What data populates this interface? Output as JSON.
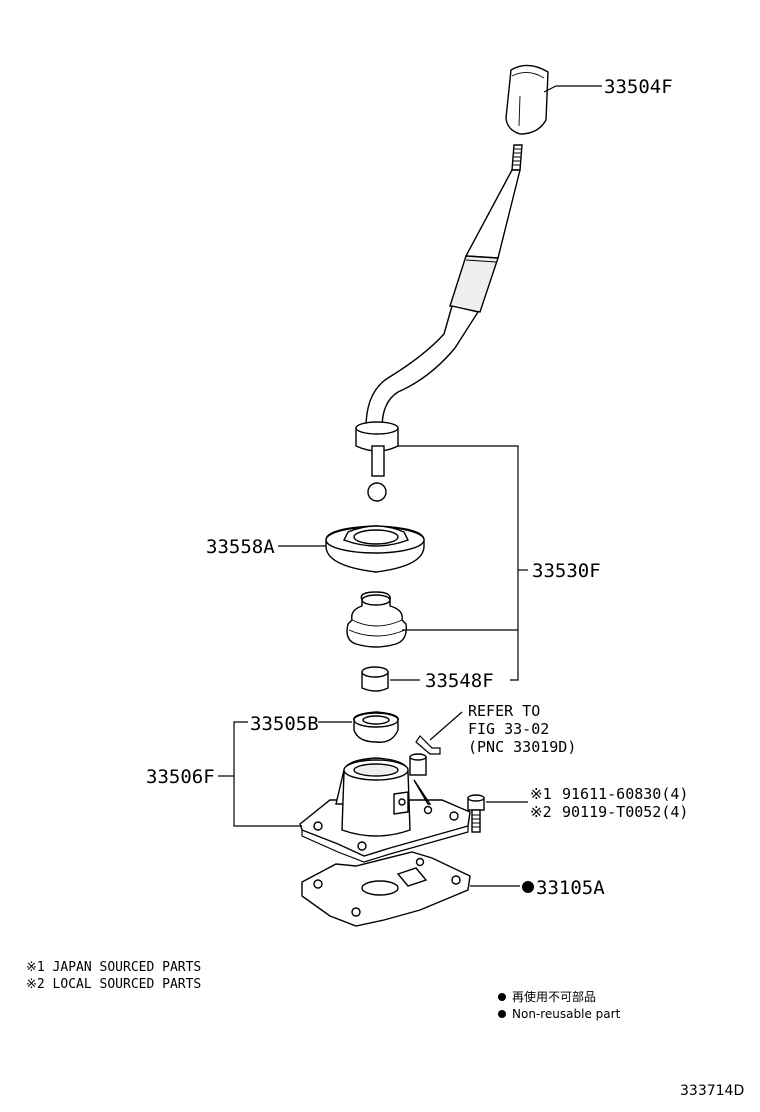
{
  "diagram": {
    "figure_number": "333714D",
    "parts": {
      "knob": "33504F",
      "lever_assy": "33530F",
      "seat": "33558A",
      "bushing": "33548F",
      "boot_seal": "33505B",
      "retainer": "33506F",
      "gasket": "33105A"
    },
    "reference": {
      "line1": "REFER TO",
      "line2": "FIG 33-02",
      "line3": "(PNC 33019D)"
    },
    "bolts": {
      "mark1": "※1",
      "part1": "91611-60830(4)",
      "mark2": "※2",
      "part2": "90119-T0052(4)"
    },
    "notes": {
      "note1": "※1 JAPAN SOURCED PARTS",
      "note2": "※2 LOCAL SOURCED PARTS"
    },
    "legend": {
      "symbol": "●",
      "japanese": "再使用不可部品",
      "english": "Non-reusable part"
    }
  }
}
